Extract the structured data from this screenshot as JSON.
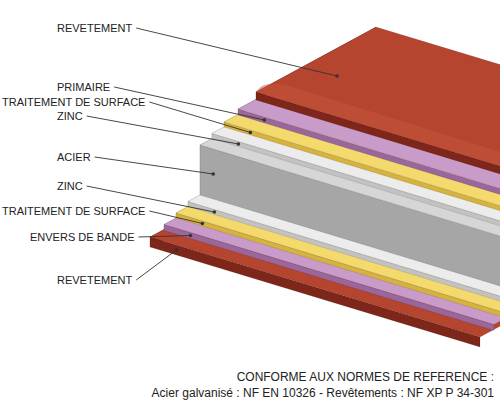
{
  "diagram": {
    "labels": [
      "REVETEMENT",
      "PRIMAIRE",
      "TRAITEMENT DE SURFACE",
      "ZINC",
      "ACIER",
      "ZINC",
      "TRAITEMENT DE SURFACE",
      "ENVERS DE BANDE",
      "REVETEMENT",
      "CONFORME AUX NORMES DE REFERENCE :",
      "Acier galvanisé : NF EN 10326 - Revêtements : NF XP P 34-301"
    ]
  }
}
